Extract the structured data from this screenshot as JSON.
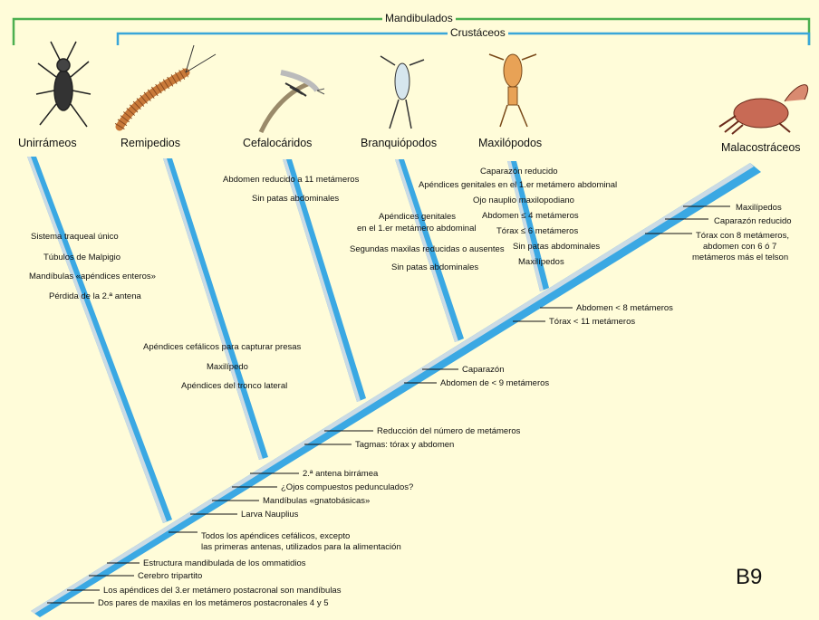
{
  "brackets": {
    "mandibulados": "Mandibulados",
    "crustaceos": "Crustáceos"
  },
  "taxa": [
    "Unirrámeos",
    "Remipedios",
    "Cefalocáridos",
    "Branquiópodos",
    "Maxilópodos",
    "Malacostráceos"
  ],
  "images": {
    "unirrameos": "insect-icon",
    "remipedios": "centipede-icon",
    "cefalocaridos": "cephalocarid-icon",
    "branquiopodos": "branchiopod-icon",
    "maxilopodos": "copepod-icon",
    "malacostraceos": "crab-icon"
  },
  "unirrameos_traits": [
    "Sistema traqueal único",
    "Túbulos de Malpigio",
    "Mandíbulas «apéndices enteros»",
    "Pérdida de la 2.ª antena"
  ],
  "remipedios_traits": [
    "Apéndices cefálicos para capturar presas",
    "Maxilípedo",
    "Apéndices del tronco lateral"
  ],
  "cefalocaridos_traits": [
    "Abdomen reducido a 11 metámeros",
    "Sin patas abdominales"
  ],
  "branquiopodos_traits": [
    "Apéndices genitales",
    "en el 1.er metámero abdominal",
    "Segundas maxilas reducidas o ausentes",
    "Sin patas abdominales"
  ],
  "maxilopodos_traits": [
    "Caparazón reducido",
    "Apéndices genitales en el 1.er metámero abdominal",
    "Ojo nauplio maxilopodiano",
    "Abdomen ≤ 4 metámeros",
    "Tórax ≤ 6 metámeros",
    "Sin patas abdominales",
    "Maxilípedos"
  ],
  "malacostraceos_traits": [
    "Maxilípedos",
    "Caparazón reducido",
    "Tórax con 8 metámeros,",
    "abdomen con 6 ó 7",
    "metámeros más el telson"
  ],
  "trunk_traits": [
    "Abdomen < 8 metámeros",
    "Tórax < 11 metámeros",
    "Caparazón",
    "Abdomen de < 9 metámeros",
    "Reducción del número de metámeros",
    "Tagmas: tórax y abdomen",
    "2.ª antena birrámea",
    "¿Ojos compuestos pedunculados?",
    "Mandíbulas «gnatobásicas»",
    "Larva Nauplius",
    "Todos los apéndices cefálicos, excepto",
    "las primeras antenas, utilizados para la alimentación",
    "Estructura mandibulada de los ommatidios",
    "Cerebro tripartito",
    "Los apéndices del 3.er metámero postacronal son mandíbulas",
    "Dos pares de maxilas en los metámeros postacronales 4 y 5"
  ],
  "slide_code": "B9",
  "colors": {
    "branch": "#4fb6e6",
    "branch_light": "#c8dbe6",
    "bracket_mandibulados": "#4caf50",
    "bracket_crustaceos": "#39a6d9"
  }
}
